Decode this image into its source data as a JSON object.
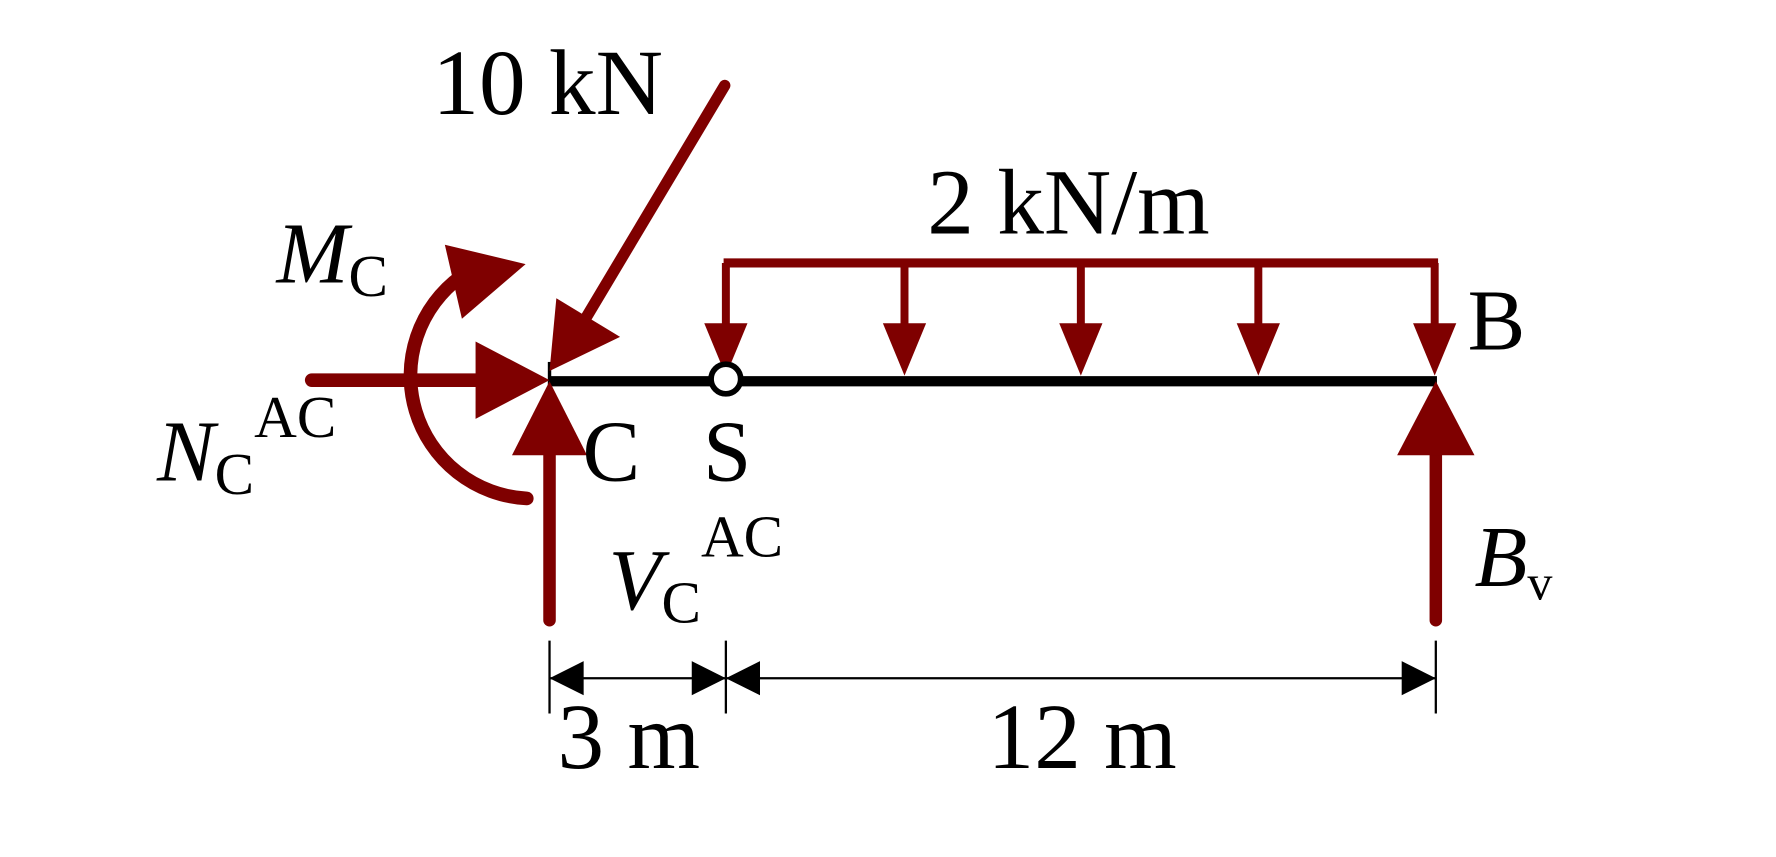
{
  "labels": {
    "point_load": "10 kN",
    "distributed_load": "2 kN/m",
    "point_b": "B",
    "point_c": "C",
    "point_s": "S",
    "moment": {
      "main": "M",
      "sub": "C"
    },
    "axial": {
      "main": "N",
      "sub": "C",
      "sup": "AC"
    },
    "shear": {
      "main": "V",
      "sub": "C",
      "sup": "AC"
    },
    "reaction_b": {
      "main": "B",
      "sub": "v"
    },
    "dim_cs": "3 m",
    "dim_sb": "12 m"
  },
  "colors": {
    "load": "#7f0000",
    "beam": "#000000"
  }
}
